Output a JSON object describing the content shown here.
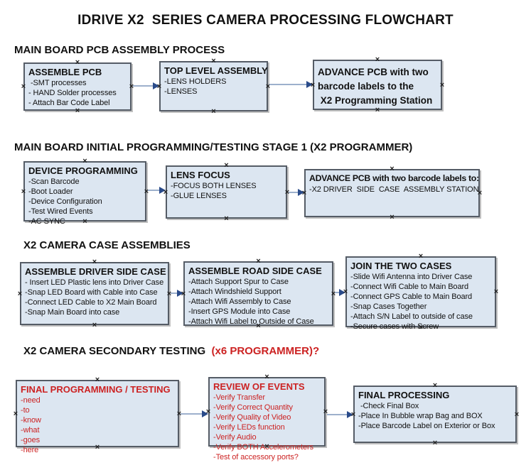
{
  "title": "IDRIVE X2  SERIES CAMERA PROCESSING FLOWCHART",
  "colors": {
    "box_fill": "#dce6f1",
    "box_border": "#555c66",
    "arrow_line": "#9db0cc",
    "arrow_head": "#2a4b8a",
    "accent_red": "#cc2222",
    "text": "#111111"
  },
  "sections": [
    {
      "heading": "MAIN BOARD PCB ASSEMBLY PROCESS",
      "boxes": [
        {
          "title": "ASSEMBLE PCB",
          "items": [
            " -SMT processes",
            "- HAND Solder processes",
            "- Attach Bar Code Label"
          ]
        },
        {
          "title": "TOP LEVEL ASSEMBLY",
          "items": [
            "-LENS HOLDERS",
            "-LENSES"
          ]
        },
        {
          "title_lines": [
            "ADVANCE PCB with two",
            "barcode labels to the",
            " X2 Programming Station"
          ]
        }
      ]
    },
    {
      "heading": "MAIN BOARD INITIAL PROGRAMMING/TESTING STAGE 1 (X2 PROGRAMMER)",
      "boxes": [
        {
          "title": "DEVICE PROGRAMMING",
          "items": [
            "-Scan Barcode",
            "-Boot Loader",
            "-Device Configuration",
            "-Test Wired Events",
            "-AC SYNC"
          ]
        },
        {
          "title": "LENS FOCUS",
          "items": [
            "-FOCUS BOTH LENSES",
            "-GLUE LENSES"
          ]
        },
        {
          "title": "ADVANCE PCB with two barcode labels to:",
          "items": [
            "-X2 DRIVER  SIDE  CASE  ASSEMBLY STATION"
          ]
        }
      ]
    },
    {
      "heading": "X2 CAMERA CASE ASSEMBLIES",
      "boxes": [
        {
          "title": "ASSEMBLE DRIVER SIDE CASE",
          "items": [
            "- Insert LED Plastic lens into Driver Case",
            "-Snap LED Board with Cable into Case",
            "-Connect LED Cable to X2 Main Board",
            "-Snap Main Board into case"
          ]
        },
        {
          "title": "ASSEMBLE ROAD SIDE CASE",
          "items": [
            "-Attach Support Spur to Case",
            "-Attach Windshield Support",
            "-Attach Wifi Assembly to Case",
            "-Insert GPS Module into Case",
            "-Attach Wifi Label to Outside of Case"
          ]
        },
        {
          "title": "JOIN THE TWO CASES",
          "items": [
            "-Slide Wifi Antenna into Driver Case",
            "-Connect Wifi Cable to Main Board",
            "-Connect GPS Cable to Main Board",
            "-Snap Cases Together",
            "-Attach S/N Label to outside of case",
            "-Secure cases with Screw"
          ]
        }
      ]
    },
    {
      "heading": "X2 CAMERA SECONDARY TESTING  ",
      "heading_highlight": "(x6 PROGRAMMER)?",
      "boxes": [
        {
          "title": "FINAL PROGRAMMING / TESTING",
          "items": [
            "-need",
            "-to",
            "-know",
            "-what",
            "-goes",
            "-here"
          ]
        },
        {
          "title": "REVIEW OF EVENTS",
          "items": [
            "-Verify Transfer",
            "-Verify Correct Quantity",
            "-Verify Quality of Video",
            "-Verify LEDs function",
            "-Verify Audio",
            "-Verify BOTH Accelerometers",
            "-Test of accessory ports?"
          ]
        },
        {
          "title": "FINAL PROCESSING",
          "items": [
            " -Check Final Box",
            "-Place In Bubble wrap Bag and BOX",
            "-Place Barcode Label on Exterior or Box"
          ]
        }
      ]
    }
  ]
}
